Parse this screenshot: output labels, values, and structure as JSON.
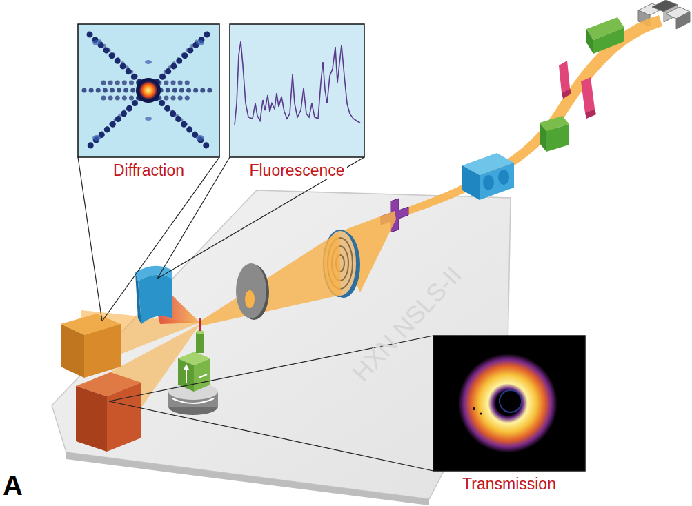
{
  "diagram": {
    "nodes": [
      {
        "text": [
          "Diffraction"
        ]
      },
      {
        "text": [
          "Fluorescence"
        ]
      },
      {
        "text": [
          "Transmission"
        ]
      }
    ],
    "labels": [
      "HXN NSLS-II",
      "A"
    ]
  }
}
